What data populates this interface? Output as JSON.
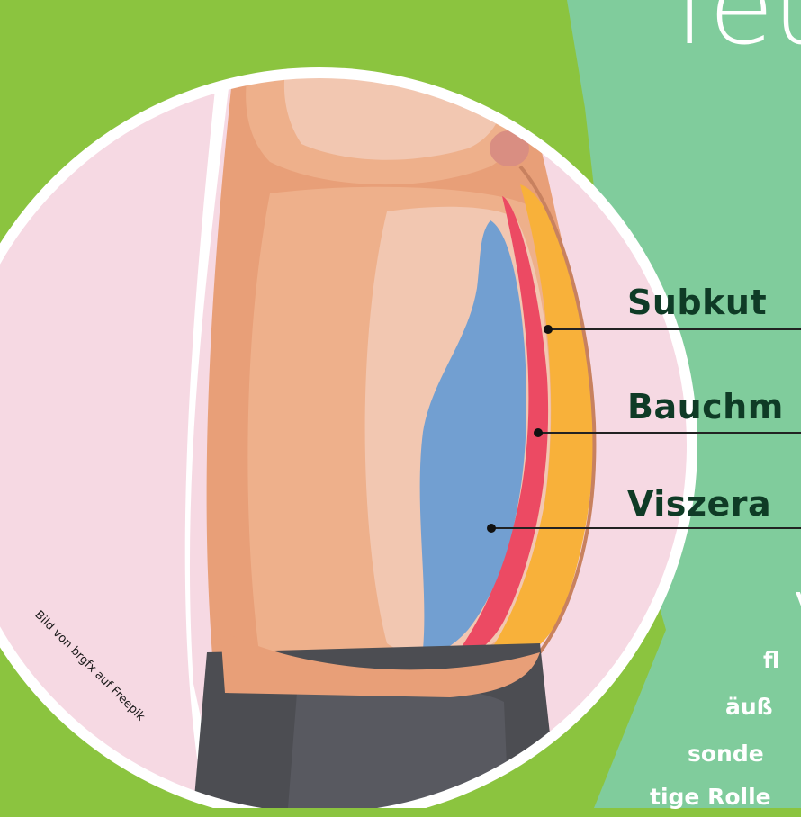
{
  "headline": "feu",
  "labels": {
    "subkutan": "Subkut",
    "bauchmuskel": "Bauchm",
    "viszeral": "Viszera"
  },
  "body_text": {
    "line1": "V",
    "line2": "fl",
    "line3": "äuß",
    "line4": "sonde",
    "line5": "tige Rolle"
  },
  "credit": "Bild von brgfx auf Freepik",
  "colors": {
    "background_green": "#8bc43f",
    "panel_mint": "#80cc9c",
    "circle_pink": "#f6d9e3",
    "circle_border": "#ffffff",
    "skin": "#eeb08b",
    "skin_dark": "#e89f78",
    "skin_light": "#f2c7b1",
    "subcutaneous_fat": "#f8b13a",
    "abdominal_muscle": "#ec4a63",
    "visceral_fat": "#729fd1",
    "pants": "#4c4d52",
    "label_text": "#0f3b26"
  }
}
